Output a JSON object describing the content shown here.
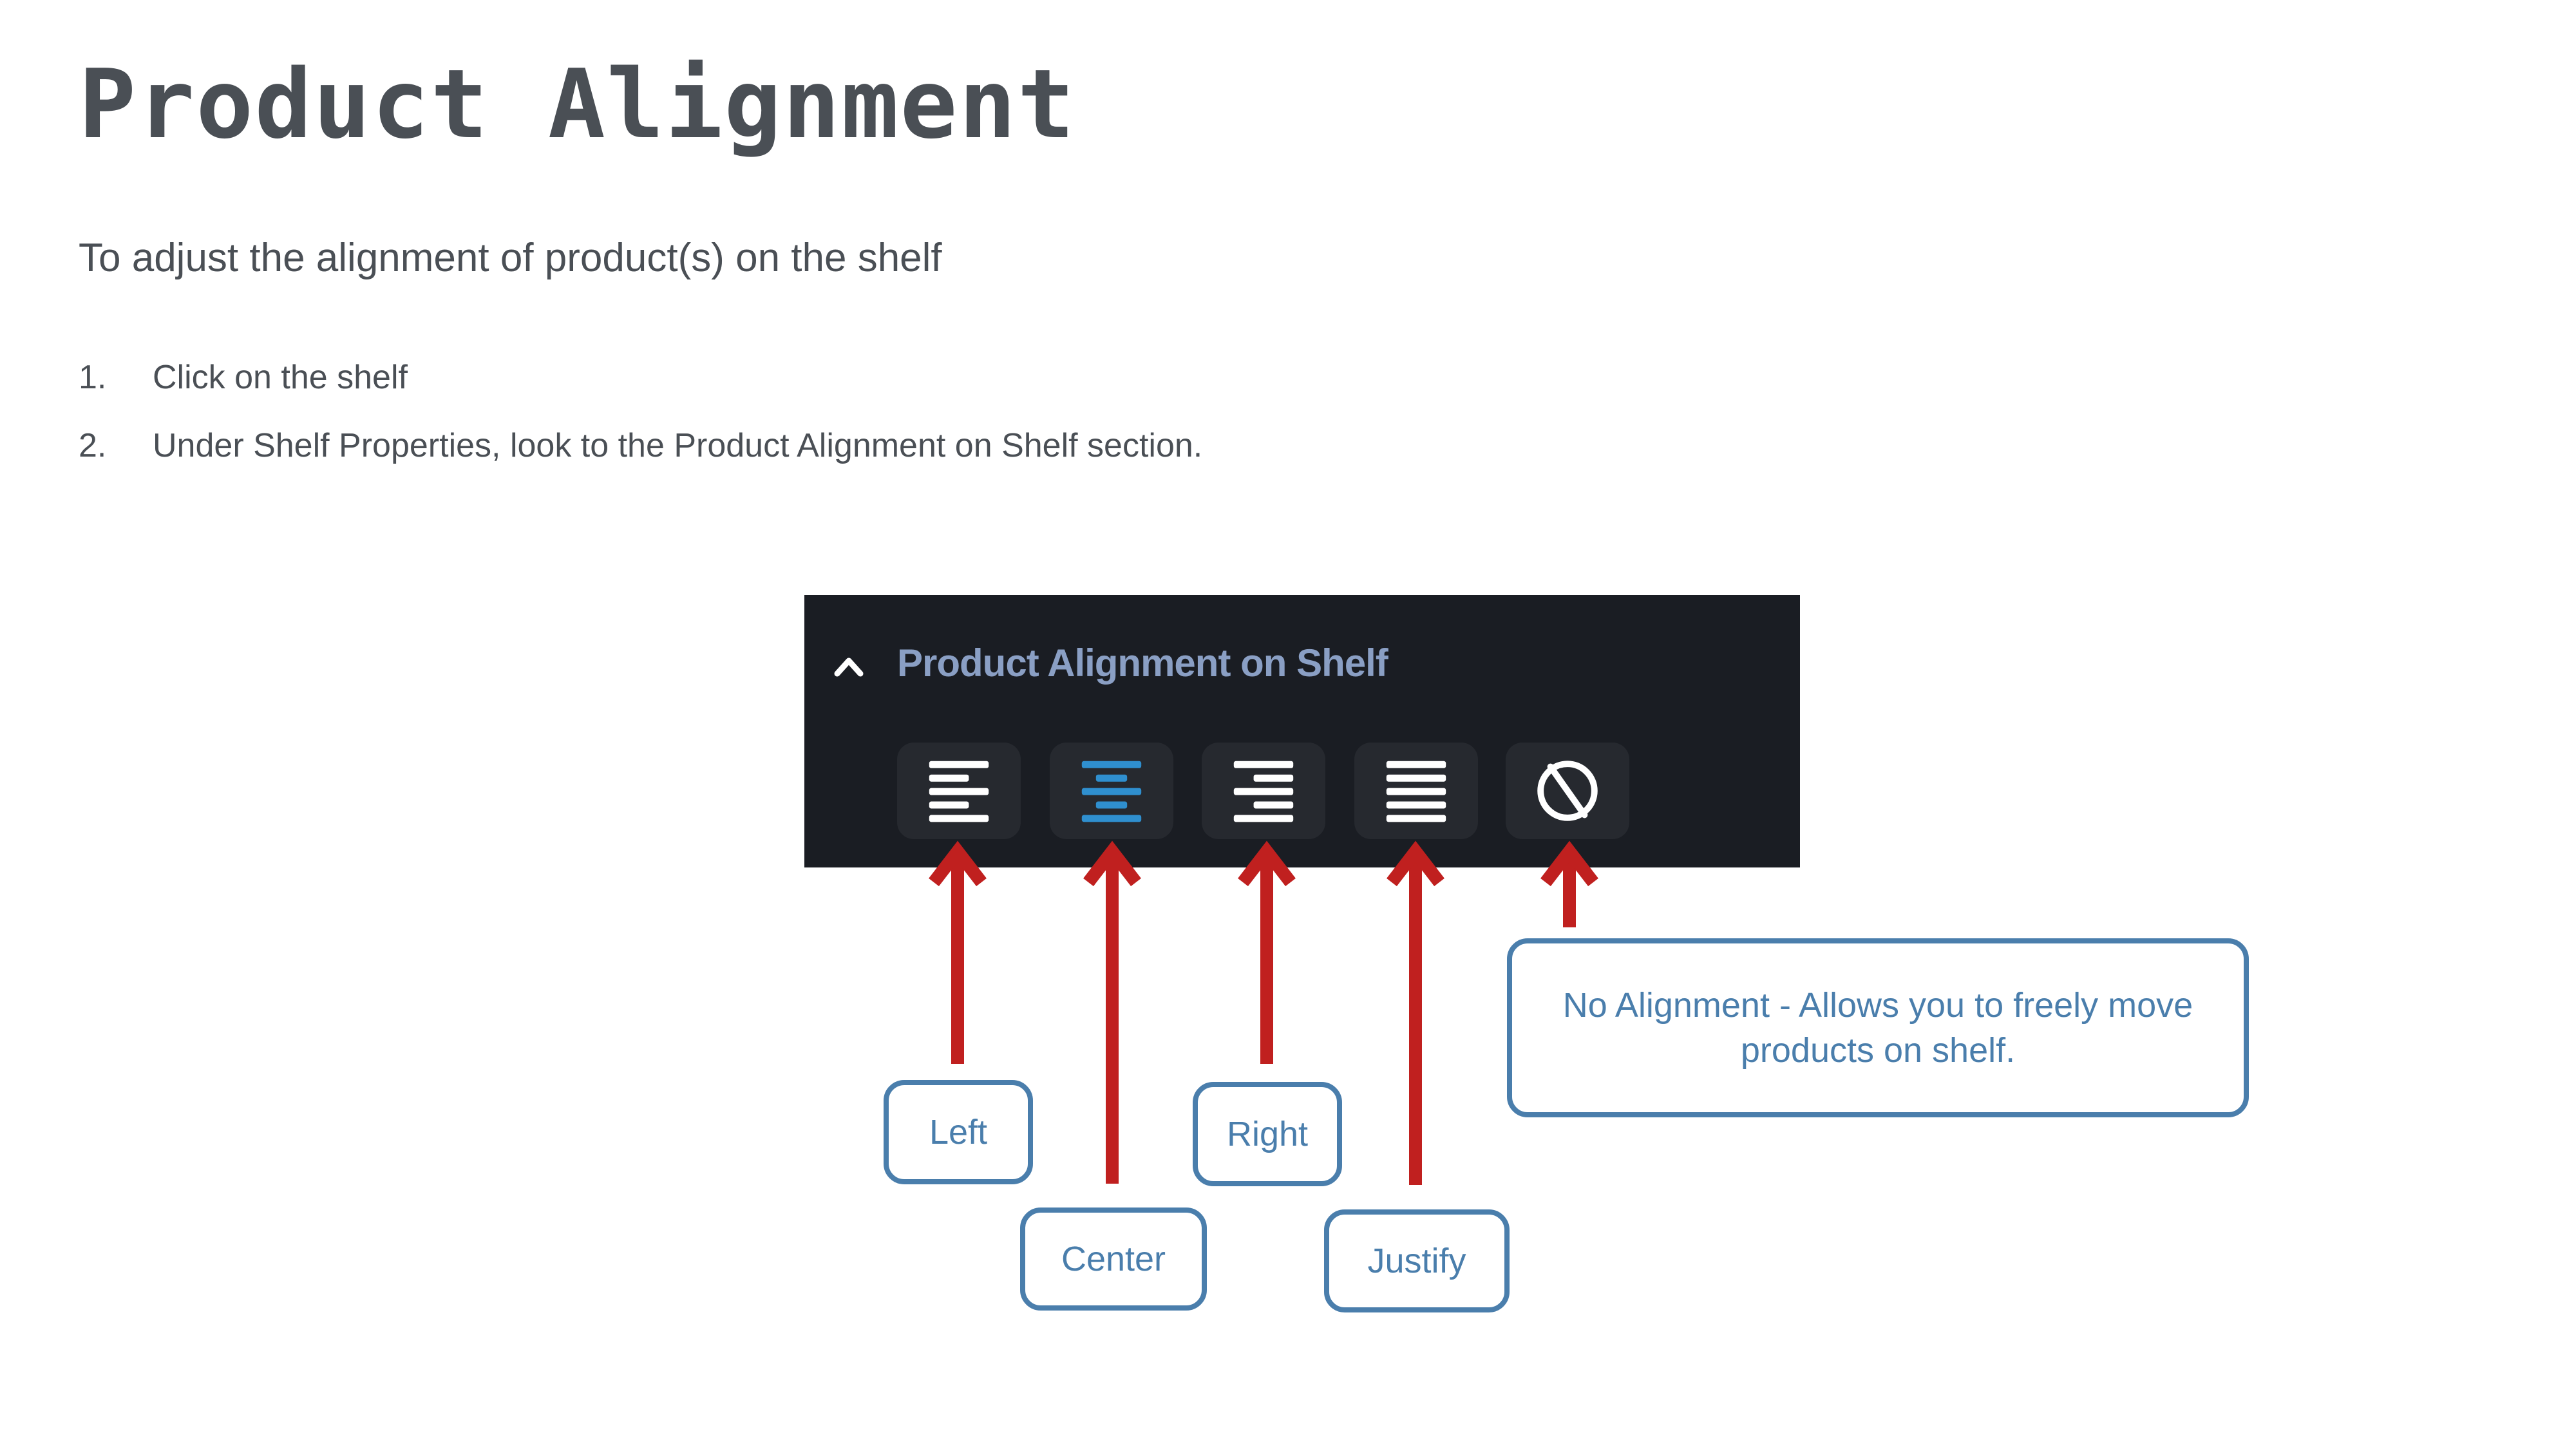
{
  "page": {
    "title": "Product Alignment",
    "subtitle": "To adjust the alignment of product(s) on the shelf",
    "steps": [
      {
        "number": "1.",
        "text": "Click on the shelf"
      },
      {
        "number": "2.",
        "text": "Under Shelf Properties, look to the Product Alignment on Shelf section."
      }
    ]
  },
  "panel": {
    "title": "Product Alignment on Shelf",
    "collapse_icon": "chevron-up-icon",
    "buttons": [
      {
        "id": "left",
        "icon": "align-left-icon",
        "active": false
      },
      {
        "id": "center",
        "icon": "align-center-icon",
        "active": true
      },
      {
        "id": "right",
        "icon": "align-right-icon",
        "active": false
      },
      {
        "id": "justify",
        "icon": "align-justify-icon",
        "active": false
      },
      {
        "id": "none",
        "icon": "no-alignment-icon",
        "active": false
      }
    ],
    "colors": {
      "background": "#1a1d23",
      "button": "#26292f",
      "icon": "#ffffff",
      "active_icon": "#2f8fcf",
      "title": "#8a9fc4"
    }
  },
  "callouts": {
    "left": "Left",
    "center": "Center",
    "right": "Right",
    "justify": "Justify",
    "none": "No Alignment - Allows you to freely move products on shelf."
  },
  "colors": {
    "arrow": "#c0201f",
    "callout_border": "#4a7eac",
    "callout_text": "#4a7eac",
    "body_text": "#4a4f55"
  }
}
